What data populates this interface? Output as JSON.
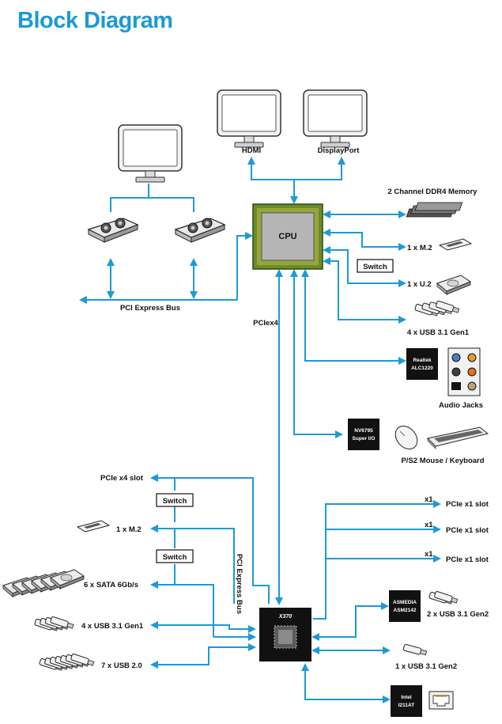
{
  "title": "Block Diagram",
  "colors": {
    "accent": "#1e9ad6",
    "title": "#1a9ad6",
    "chip": "#111111",
    "cpu_die": "#6b8c2e"
  },
  "cpu": {
    "label": "CPU"
  },
  "chipset": {
    "label": "X370"
  },
  "displays": {
    "hdmi": "HDMI",
    "displayport": "DisplayPort"
  },
  "cpu_links": {
    "pci_express_bus": "PCI Express Bus",
    "pciex4": "PCIex4",
    "memory": "2 Channel DDR4 Memory",
    "m2": "1 x M.2",
    "switch": "Switch",
    "u2": "1 x U.2",
    "usb31": "4 x USB 3.1 Gen1",
    "audio_chip_line1": "Realtek",
    "audio_chip_line2": "ALC1220",
    "audio_jacks": "Audio Jacks",
    "superio_line1": "NV6795",
    "superio_line2": "Super I/O",
    "ps2": "P/S2 Mouse / Keyboard"
  },
  "chipset_left": {
    "pcie_x4": "PCIe x4 slot",
    "switch1": "Switch",
    "m2": "1 x M.2",
    "switch2": "Switch",
    "sata": "6 x SATA 6Gb/s",
    "usb31": "4 x USB 3.1 Gen1",
    "usb20": "7 x USB 2.0",
    "pci_express_bus": "PCI Express Bus"
  },
  "chipset_right": {
    "x1_a": "x1",
    "slot_a": "PCIe x1 slot",
    "x1_b": "x1",
    "slot_b": "PCIe x1 slot",
    "x1_c": "x1",
    "slot_c": "PCIe x1 slot",
    "asm_line1": "ASMEDIA",
    "asm_line2": "ASM2142",
    "usb31_gen2_2": "2 x USB 3.1 Gen2",
    "usb31_gen2_1": "1 x USB 3.1 Gen2",
    "lan_line1": "Intel",
    "lan_line2": "I211AT"
  }
}
